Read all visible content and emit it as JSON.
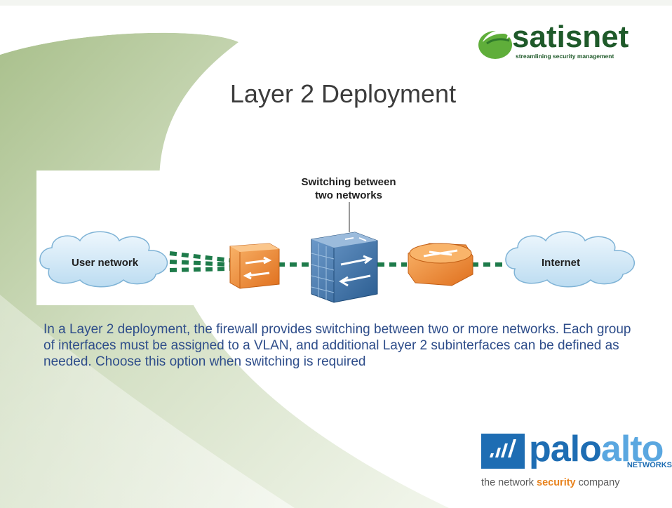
{
  "logo_top": {
    "word": "satisnet",
    "tagline": "streamlining security management",
    "colors": {
      "green_dark": "#1f5a2a",
      "green_light": "#5fae3a"
    }
  },
  "title": "Layer 2 Deployment",
  "diagram": {
    "callout_label": [
      "Switching between",
      "two networks"
    ],
    "left_cloud": "User network",
    "right_cloud": "Internet",
    "devices": [
      "switch-icon",
      "firewall-icon",
      "router-icon"
    ],
    "colors": {
      "link": "#1e7b4a",
      "device_orange": "#f08a2e",
      "firewall_blue": "#3e74a8",
      "cloud": "#cfe6f6"
    }
  },
  "body_text": "In a Layer 2 deployment, the firewall provides switching between two or more networks. Each group of interfaces must be assigned to a VLAN, and additional Layer 2 subinterfaces can be defined as needed. Choose this option when switching is required",
  "logo_bottom": {
    "word_1": "palo",
    "word_2": "alto",
    "sub": "NETWORKS",
    "tagline_1": "the network ",
    "tagline_2": "security",
    "tagline_3": " company",
    "colors": {
      "blue": "#1e6db3",
      "light_blue": "#5aa7e0",
      "orange": "#e8831e"
    }
  }
}
